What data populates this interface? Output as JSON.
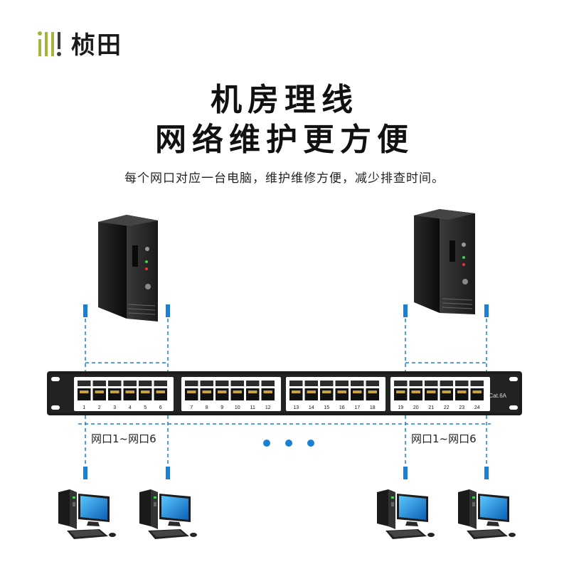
{
  "brand": {
    "name": "桢田",
    "colors": {
      "mark_green": "#a6b43a",
      "mark_dark": "#3b3b3b"
    }
  },
  "headline": {
    "line1": "机房理线",
    "line2": "网络维护更方便"
  },
  "subtitle": "每个网口对应一台电脑，维护维修方便，减少排查时间。",
  "patch_panel": {
    "model_label": "Cat.6A",
    "port_numbers": [
      "1",
      "2",
      "3",
      "4",
      "5",
      "6",
      "7",
      "8",
      "9",
      "10",
      "11",
      "12",
      "13",
      "14",
      "15",
      "16",
      "17",
      "18",
      "19",
      "20",
      "21",
      "22",
      "23",
      "24"
    ]
  },
  "port_range_labels": {
    "left": "网口1~网口6",
    "right": "网口1~网口6"
  },
  "colors": {
    "accent_blue": "#1a7fd6",
    "panel_black": "#1c1c1c"
  }
}
